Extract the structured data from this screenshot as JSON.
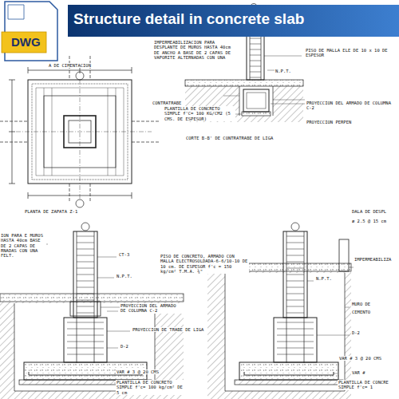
{
  "diagram": {
    "title": "Structure detail in concrete slab",
    "labels": [
      "DWG",
      "A DE CIMENTACION",
      "PLANTA DE ZAPATA Z-1",
      "IMPERMEABILIZACION PARA DESPLANTE DE MUROS HASTA 40cm DE ANCHO A BASE DE 2 CAPAS DE VAPORITE ALTERNADAS CON UNA",
      "N.P.T.",
      "CONTRATRABE",
      "PLANTILLA DE CONCRETO SIMPLE f'C= 100 KG/CM2 (5 CMS. DE ESPESOR)",
      "CORTE B-B' DE CONTRATRABE DE LIGA",
      "PISO DE MALLA ELE DE 10 x 10 DE ESPESOR",
      "PROYECCION DEL ARMADO DE COLUMNA C-2",
      "PROYECCION PERPEN",
      "DALA DE DESPL",
      "ø 2.5 @ 15 cm",
      "ION PARA E MUROS HASTA 40cm BASE DE 2 CAPAS DE RNADAS CON UNA FELT.",
      "CT-3",
      "N.P.T.",
      "PISO DE CONCRETO, ARMADO CON MALLA ELECTROSOLDADA-6-6/10-10 DE 10 cm. DE ESPESOR f'c = 150 kg/cm² T.M.A. ¾\"",
      "PROYECCION DEL ARMADO DE COLUMNA C-2",
      "PROYECCION DE TRABE DE LIGA",
      "D-2",
      "VAR # 3 @ 20 CMS",
      "PLANTILLA DE CONCRETO SIMPLE f'c= 100 kg/cm² DE 5 cm",
      "N.P.T.",
      "IMPERMEABILIZA",
      "MURO DE",
      "CEMENTO",
      "D-2",
      "VAR # 3 @ 20 CMS",
      "VAR #",
      "PLANTILLA DE CONCRE SIMPLE f'c= 1"
    ]
  }
}
